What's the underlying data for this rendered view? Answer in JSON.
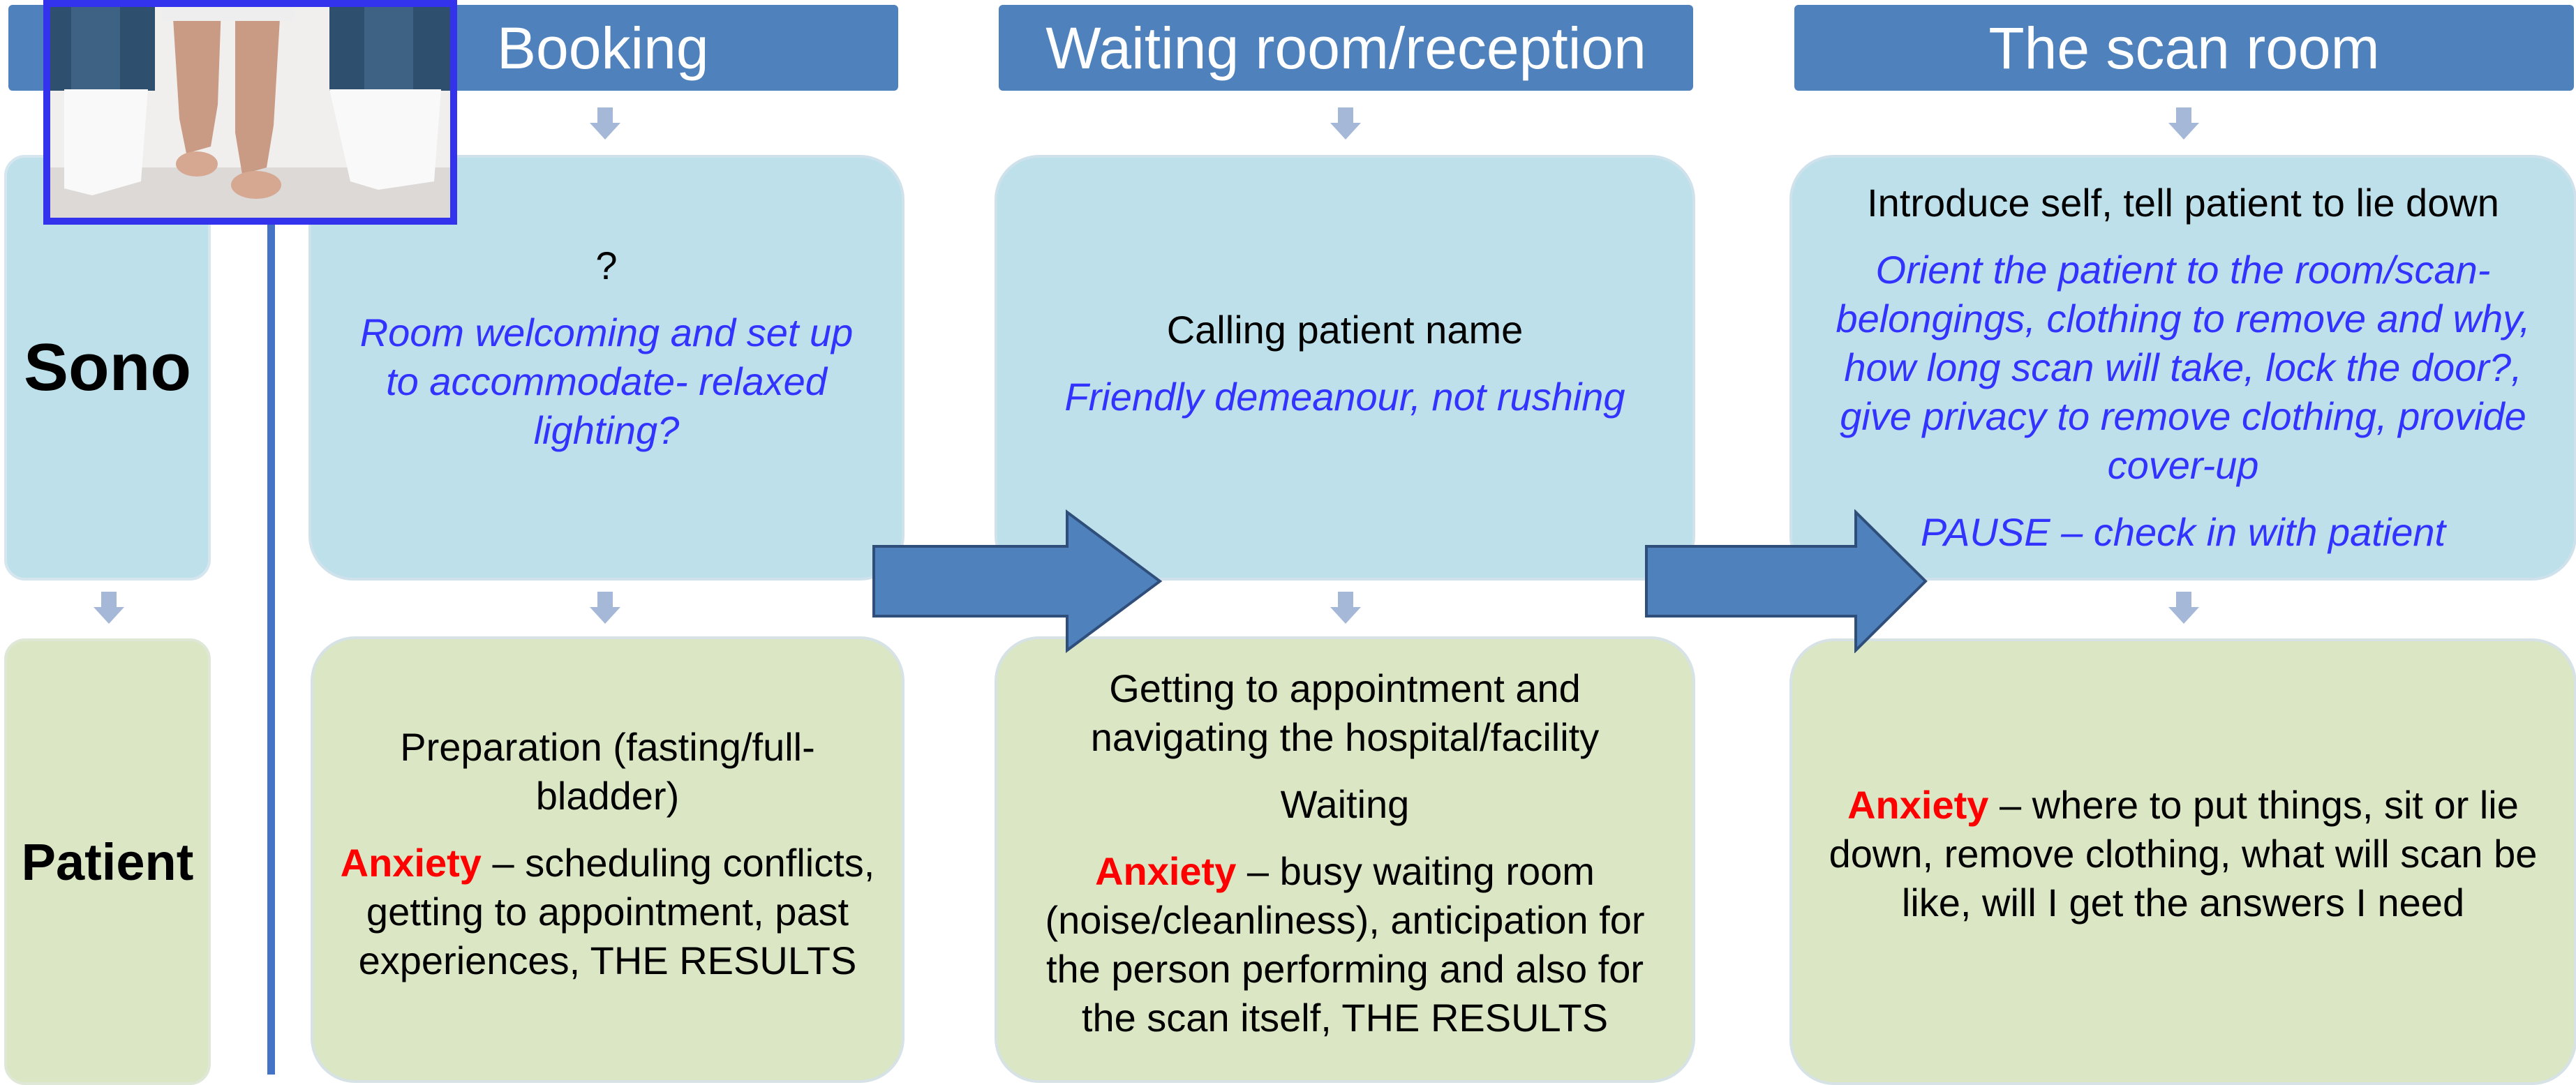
{
  "stages": {
    "booking": {
      "title": "Booking"
    },
    "waiting": {
      "title": "Waiting room/reception"
    },
    "scan": {
      "title": "The scan room"
    }
  },
  "rows": {
    "sono": "Sono",
    "patient": "Patient"
  },
  "booking": {
    "sono_question": "?",
    "sono_italic": "Room welcoming and set up to accommodate- relaxed lighting?",
    "patient_prep": "Preparation (fasting/full-bladder)",
    "patient_anxiety_label": "Anxiety",
    "patient_anxiety_text": " – scheduling conflicts, getting to appointment, past experiences, THE RESULTS"
  },
  "waiting": {
    "sono_text": "Calling patient name",
    "sono_italic": "Friendly demeanour, not rushing",
    "patient_getting": "Getting to appointment and navigating the hospital/facility",
    "patient_waiting": "Waiting",
    "patient_anxiety_label": "Anxiety",
    "patient_anxiety_text": " – busy waiting room (noise/cleanliness), anticipation for the person performing and also for the scan itself, THE RESULTS"
  },
  "scan": {
    "sono_text": "Introduce self, tell patient to lie down",
    "sono_italic": "Orient the patient to the room/scan-belongings, clothing to remove and why, how long scan will take, lock the door?, give privacy to remove clothing, provide cover-up",
    "sono_pause": "PAUSE – check in with patient",
    "patient_anxiety_label": "Anxiety",
    "patient_anxiety_text": " – where to put things, sit or lie down, remove clothing, what will scan be like, will I get the answers I need"
  },
  "colors": {
    "header_blue": "#4f81bd",
    "sono_box": "#bde0ea",
    "patient_box": "#dae6c4",
    "italic_text": "#3333ff",
    "anxiety_red": "#ff0000",
    "arrow_blue": "#4f81bd",
    "small_arrow": "#a6b8d8",
    "photo_border": "#3333ee"
  }
}
